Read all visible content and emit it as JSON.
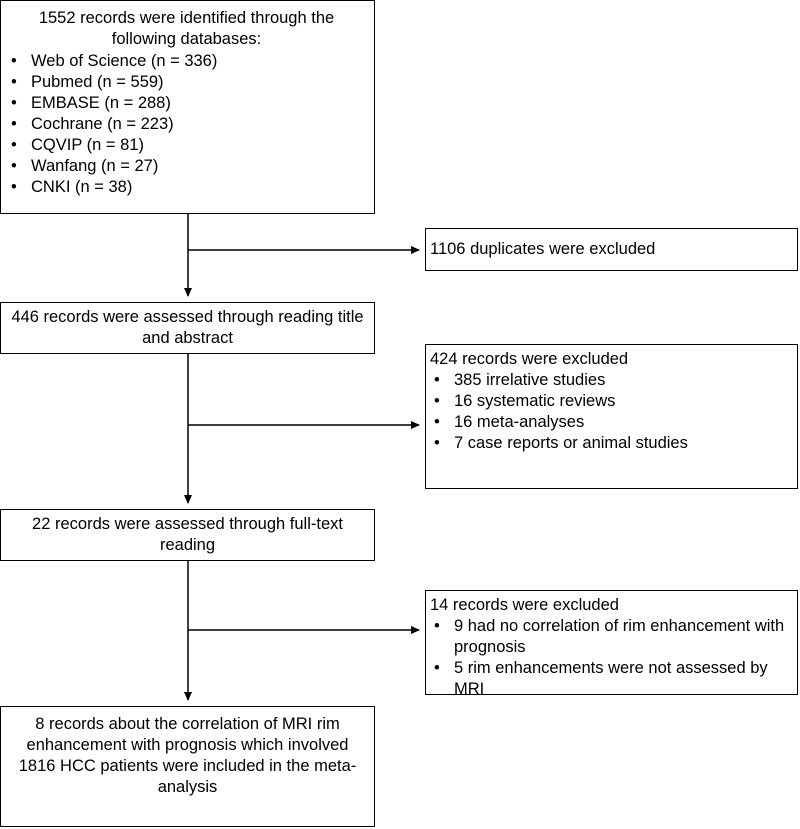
{
  "boxes": {
    "identified": {
      "heading": "1552 records were identified through the following databases:",
      "items": [
        "Web of Science (n = 336)",
        "Pubmed (n = 559)",
        "EMBASE (n = 288)",
        "Cochrane (n = 223)",
        "CQVIP (n = 81)",
        "Wanfang (n = 27)",
        "CNKI (n = 38)"
      ]
    },
    "duplicates": {
      "text": "1106 duplicates were excluded"
    },
    "screened": {
      "text": "446 records were assessed through reading title and abstract"
    },
    "excluded_screen": {
      "heading": "424 records were excluded",
      "items": [
        "385 irrelative studies",
        "16 systematic reviews",
        "16 meta-analyses",
        "7 case reports or animal studies"
      ]
    },
    "fulltext": {
      "text": "22 records were assessed through full-text reading"
    },
    "excluded_fulltext": {
      "heading": "14 records were excluded",
      "items": [
        "9 had no correlation of rim enhancement with prognosis",
        "5 rim enhancements were not assessed by MRI"
      ]
    },
    "included": {
      "text": "8 records about the correlation of MRI rim enhancement with prognosis which involved 1816 HCC patients were included in the meta-analysis"
    }
  },
  "bullet_glyph": "•",
  "colors": {
    "stroke": "#000000",
    "background": "#ffffff"
  }
}
